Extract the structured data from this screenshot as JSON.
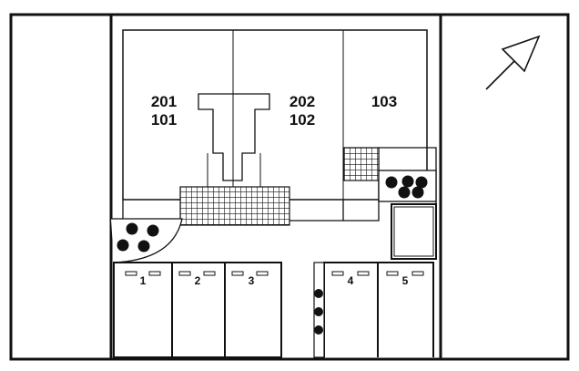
{
  "plan": {
    "units": {
      "u201": "201",
      "u101": "101",
      "u202": "202",
      "u102": "102",
      "u103": "103"
    },
    "parking": [
      "1",
      "2",
      "3",
      "4",
      "5"
    ],
    "north_arrow": "north-arrow-icon",
    "colors": {
      "line": "#111111",
      "background": "#ffffff"
    }
  }
}
